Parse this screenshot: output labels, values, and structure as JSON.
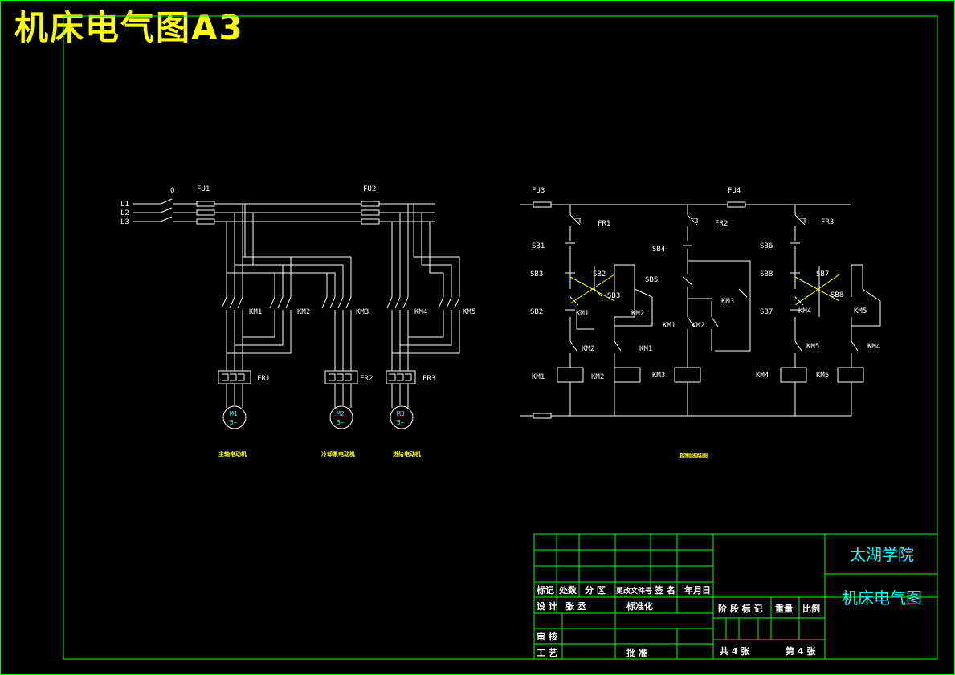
{
  "banner": {
    "text": "机床电气图A3"
  },
  "colors": {
    "frame": "#00ff00",
    "wire": "#ffffff",
    "accent": "#ffff00",
    "title_text": "#00ffff"
  },
  "main_circuit": {
    "lines": [
      "L1",
      "L2",
      "L3"
    ],
    "switch": "Q",
    "fuses": [
      "FU1",
      "FU2"
    ],
    "contactors": [
      "KM1",
      "KM2",
      "KM3",
      "KM4",
      "KM5"
    ],
    "overloads": [
      "FR1",
      "FR2",
      "FR3"
    ],
    "motors": [
      {
        "name": "M1",
        "phase": "3~",
        "caption": "主轴电动机"
      },
      {
        "name": "M2",
        "phase": "3~",
        "caption": "冷却泵电动机"
      },
      {
        "name": "M3",
        "phase": "3~",
        "caption": "进给电动机"
      }
    ]
  },
  "control_circuit": {
    "fuses": [
      "FU3",
      "FU4"
    ],
    "overloads": [
      "FR1",
      "FR2",
      "FR3"
    ],
    "buttons": [
      "SB1",
      "SB2",
      "SB3",
      "SB4",
      "SB5",
      "SB6",
      "SB7",
      "SB8"
    ],
    "coils": [
      "KM1",
      "KM2",
      "KM3",
      "KM4",
      "KM5"
    ],
    "caption": "控制线路图"
  },
  "title_block": {
    "school": "太湖学院",
    "drawing_title": "机床电气图",
    "headers": [
      "标记",
      "处数",
      "分 区",
      "更改文件号",
      "签 名",
      "年月日"
    ],
    "design_label": "设 计",
    "designer": "张 丞",
    "standard_label": "标准化",
    "review_label": "审 核",
    "process_label": "工 艺",
    "approve_label": "批 准",
    "stage_label": "阶 段 标 记",
    "weight_label": "重量",
    "scale_label": "比例",
    "total_sheets": "共 4 张",
    "sheet_no": "第 4 张"
  }
}
